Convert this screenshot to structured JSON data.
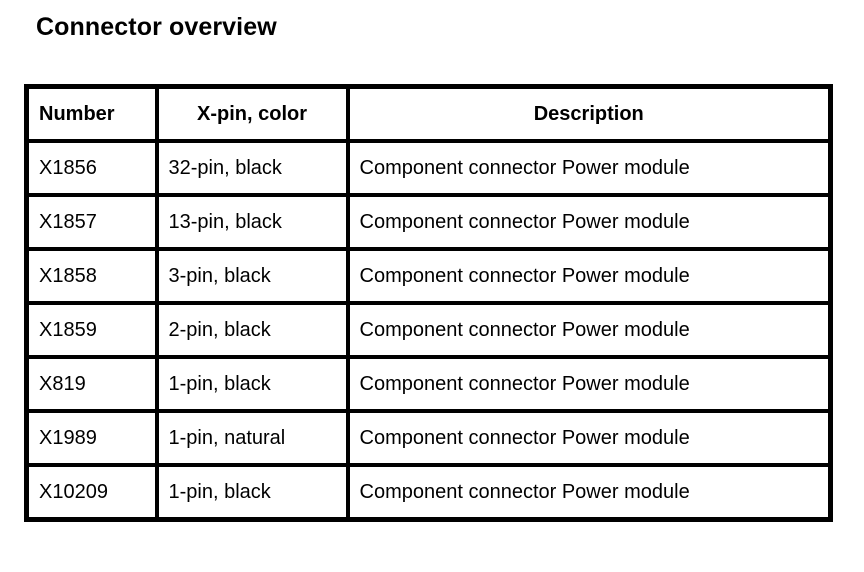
{
  "document": {
    "title": "Connector overview",
    "background_color": "#ffffff",
    "text_color": "#000000",
    "border_color": "#000000"
  },
  "table": {
    "columns": [
      {
        "key": "number",
        "label": "Number",
        "align": "left"
      },
      {
        "key": "pin_color",
        "label": "X-pin, color",
        "align": "center"
      },
      {
        "key": "description",
        "label": "Description",
        "align": "center"
      }
    ],
    "rows": [
      {
        "number": "X1856",
        "pin_color": "32-pin, black",
        "description": "Component connector Power module"
      },
      {
        "number": "X1857",
        "pin_color": "13-pin, black",
        "description": "Component connector Power module"
      },
      {
        "number": "X1858",
        "pin_color": "3-pin, black",
        "description": "Component connector Power module"
      },
      {
        "number": "X1859",
        "pin_color": "2-pin, black",
        "description": "Component connector Power module"
      },
      {
        "number": "X819",
        "pin_color": "1-pin, black",
        "description": "Component connector Power module"
      },
      {
        "number": "X1989",
        "pin_color": "1-pin, natural",
        "description": "Component connector Power module"
      },
      {
        "number": "X10209",
        "pin_color": "1-pin, black",
        "description": "Component connector Power module"
      }
    ]
  }
}
